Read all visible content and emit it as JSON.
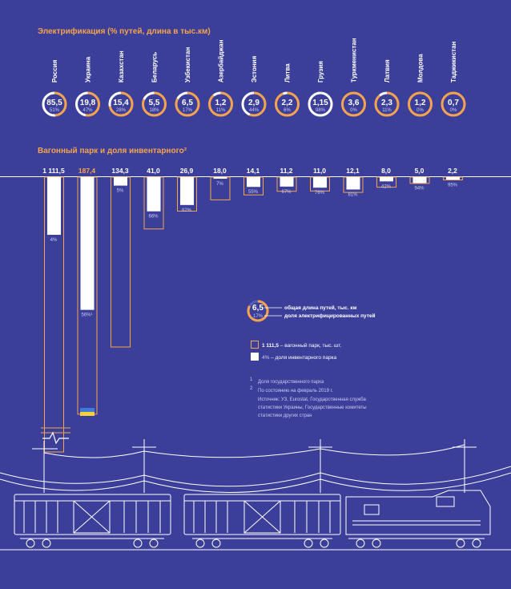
{
  "chart_data": [
    {
      "type": "donut",
      "title": "Электрификация (% путей, длина в тыс.км)",
      "categories": [
        "Россия",
        "Украина",
        "Казахстан",
        "Беларусь",
        "Узбекистан",
        "Азербайджан",
        "Эстония",
        "Литва",
        "Грузия",
        "Туркменистан",
        "Латвия",
        "Молдова",
        "Таджикистан"
      ],
      "track_length": [
        "85,5",
        "19,8",
        "15,4",
        "5,5",
        "6,5",
        "1,2",
        "2,9",
        "2,2",
        "1,15",
        "3,6",
        "2,3",
        "1,2",
        "0,7"
      ],
      "electrified_label": [
        "51%",
        "47%",
        "28%",
        "18%",
        "17%",
        "11%",
        "44%",
        "6%",
        "98%",
        "0%",
        "11%",
        "0%",
        "0%"
      ],
      "electrified_pct": [
        51,
        47,
        28,
        18,
        17,
        11,
        44,
        6,
        98,
        0,
        11,
        0,
        0
      ],
      "highlight": "Украина"
    },
    {
      "type": "bar",
      "title": "Вагонный парк и доля инвентарного²",
      "categories": [
        "Россия",
        "Украина",
        "Казахстан",
        "Беларусь",
        "Узбекистан",
        "Азербайджан",
        "Эстония",
        "Литва",
        "Грузия",
        "Туркменистан",
        "Латвия",
        "Молдова",
        "Таджикистан"
      ],
      "fleet_label": [
        "1 111,5",
        "187,4",
        "134,3",
        "41,0",
        "26,9",
        "18,0",
        "14,1",
        "11,2",
        "11,0",
        "12,1",
        "8,0",
        "5,0",
        "2,2"
      ],
      "fleet": [
        1111.5,
        187.4,
        134.3,
        41.0,
        26.9,
        18.0,
        14.1,
        11.2,
        11.0,
        12.1,
        8.0,
        5.0,
        2.2
      ],
      "inventory_label": [
        "4%",
        "56%¹",
        "5%",
        "66%",
        "82%",
        "7%",
        "55%",
        "67%",
        "76%",
        "81%",
        "42%",
        "94%",
        "95%"
      ],
      "inventory_pct": [
        4,
        56,
        5,
        66,
        82,
        7,
        55,
        67,
        76,
        81,
        42,
        94,
        95
      ],
      "highlight": "Украина"
    }
  ],
  "legend": {
    "sample_value": "6,5",
    "sample_pct": "17%",
    "track_text": "общая длина путей, тыс. км",
    "electrified_text": "доля электрифицированных путей",
    "fleet_value": "1 111,5",
    "fleet_text": " – вагонный парк, тыс. шт.",
    "inventory_pct": "4%",
    "inventory_text": " – доля инвентарного парка"
  },
  "notes": {
    "n1_mark": "1",
    "n1": "Доля государственного парка",
    "n2_mark": "2",
    "n2": "По состоянию на февраль 2019 г.",
    "source": [
      "Источник: УЗ, Eurostat, Государственная служба",
      "статистики Украины, Государственные комитеты",
      "статистики других стран"
    ]
  },
  "colors": {
    "background": "#3c3f9a",
    "accent": "#f5a34c",
    "ring_track": "#5a5db5",
    "text": "#ffffff",
    "subtext": "#c9cbf1"
  }
}
